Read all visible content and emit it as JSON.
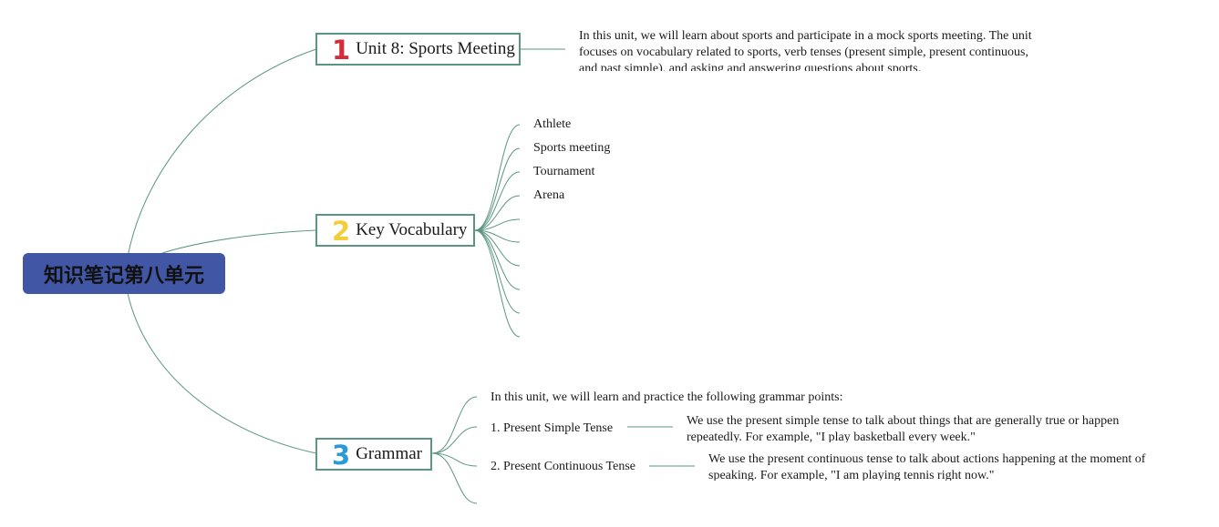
{
  "root": {
    "title": "知识笔记第八单元"
  },
  "topics": [
    {
      "number": "1",
      "number_color": "#d42c3a",
      "title": "Unit 8: Sports Meeting",
      "note": "In this unit, we will learn about sports and participate in a mock sports meeting. The unit focuses on vocabulary related to sports, verb tenses (present simple, present continuous, and past simple), and asking and answering questions about sports."
    },
    {
      "number": "2",
      "number_color": "#f2cf3a",
      "title": "Key Vocabulary",
      "words": [
        "Athlete",
        "Sports meeting",
        "Tournament",
        "Arena"
      ]
    },
    {
      "number": "3",
      "number_color": "#2d9ad8",
      "title": "Grammar",
      "intro": "In this unit, we will learn and practice the following grammar points:",
      "points": [
        {
          "title": "1. Present Simple Tense",
          "note": "We use the present simple tense to talk about things that are generally true or happen repeatedly. For example, \"I play basketball every week.\""
        },
        {
          "title": "2. Present Continuous Tense",
          "note": "We use the present continuous tense to talk about actions happening at the moment of speaking. For example, \"I am playing tennis right now.\""
        }
      ]
    }
  ],
  "colors": {
    "connector": "#5a9683",
    "root_fill": "#4156a5"
  }
}
